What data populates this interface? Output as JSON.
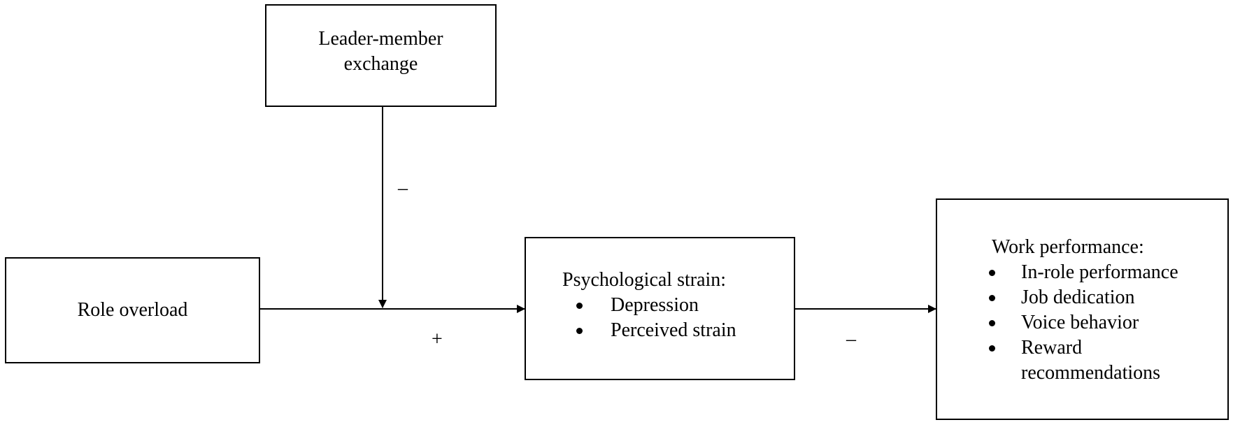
{
  "diagram": {
    "leader_member_exchange": {
      "line1": "Leader-member",
      "line2": "exchange"
    },
    "role_overload": {
      "label": "Role overload"
    },
    "psychological_strain": {
      "title": "Psychological strain:",
      "items": [
        "Depression",
        "Perceived strain"
      ]
    },
    "work_performance": {
      "title": "Work performance:",
      "items": [
        "In-role performance",
        "Job dedication",
        "Voice behavior",
        "Reward",
        "recommendations"
      ]
    },
    "signs": {
      "moderation": "–",
      "role_to_strain": "+",
      "strain_to_performance": "–"
    }
  }
}
